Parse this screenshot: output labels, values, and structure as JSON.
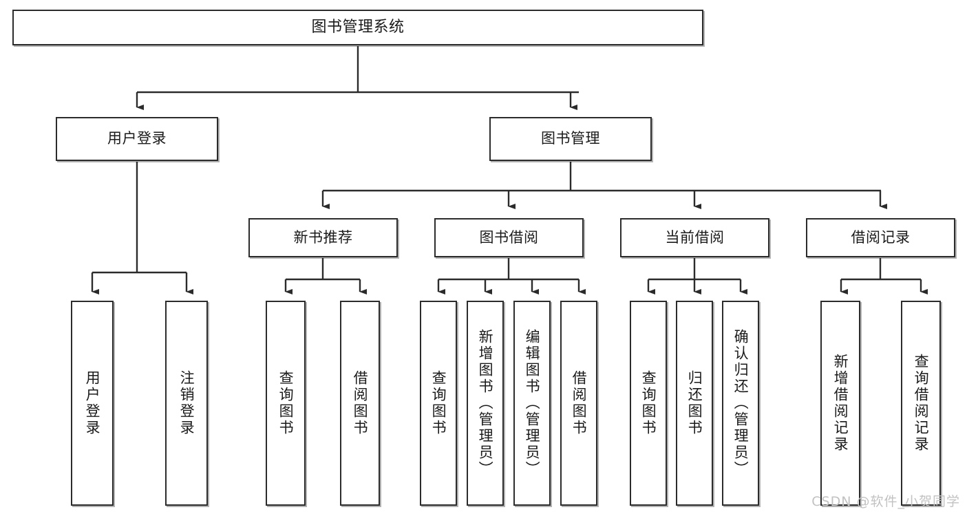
{
  "diagram": {
    "title": "图书管理系统",
    "type": "tree-hierarchy",
    "watermark": "CSDN @软件_小贺同学",
    "colors": {
      "box_border": "#2b2b2b",
      "box_fill": "#ffffff",
      "edge": "#2b2b2b",
      "text": "#1a1a1a",
      "watermark": "#c2c2c2",
      "background": "#ffffff"
    }
  },
  "nodes": {
    "root": {
      "label": "图书管理系统"
    },
    "level2": [
      {
        "label": "用户登录"
      },
      {
        "label": "图书管理"
      }
    ],
    "level3": [
      {
        "label": "新书推荐"
      },
      {
        "label": "图书借阅"
      },
      {
        "label": "当前借阅"
      },
      {
        "label": "借阅记录"
      }
    ],
    "leaves_user_login": [
      {
        "label": "用户登录"
      },
      {
        "label": "注销登录"
      }
    ],
    "leaves_new_book": [
      {
        "label": "查询图书"
      },
      {
        "label": "借阅图书"
      }
    ],
    "leaves_borrow": [
      {
        "label": "查询图书"
      },
      {
        "label": "新增图书（管理员）"
      },
      {
        "label": "编辑图书（管理员）"
      },
      {
        "label": "借阅图书"
      }
    ],
    "leaves_current": [
      {
        "label": "查询图书"
      },
      {
        "label": "归还图书"
      },
      {
        "label": "确认归还（管理员）"
      }
    ],
    "leaves_records": [
      {
        "label": "新增借阅记录"
      },
      {
        "label": "查询借阅记录"
      }
    ]
  }
}
